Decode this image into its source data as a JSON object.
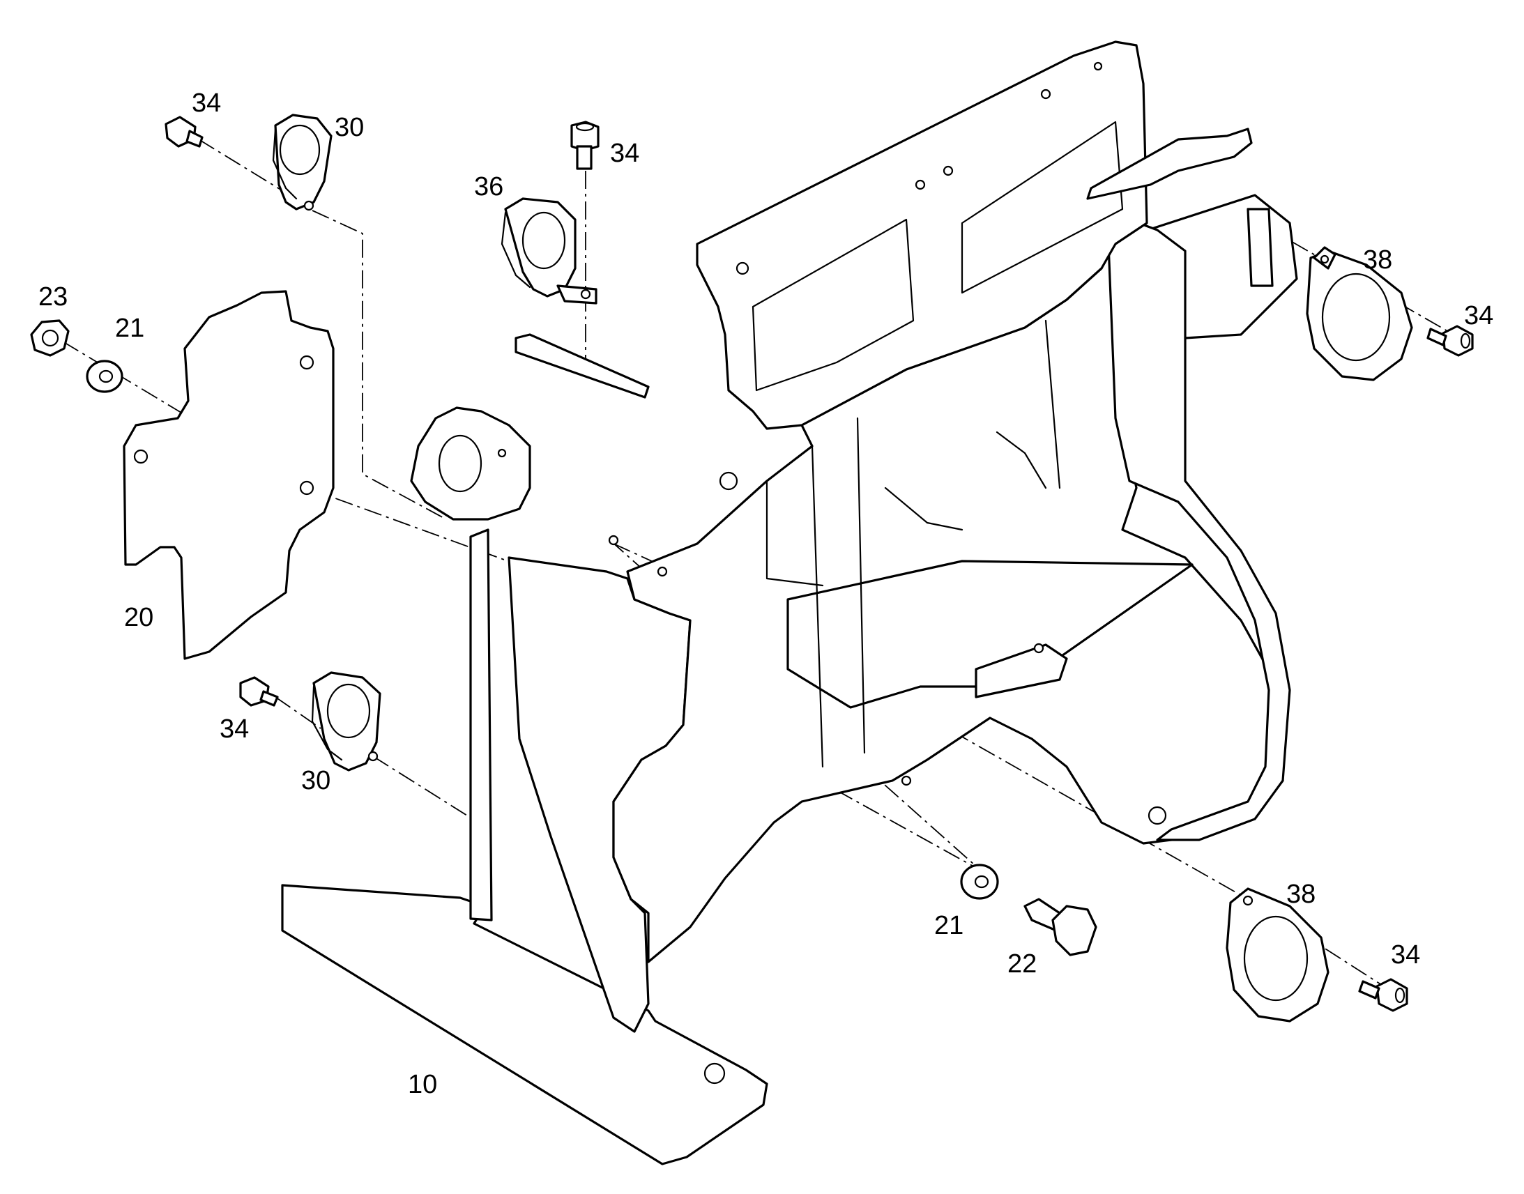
{
  "diagram": {
    "type": "exploded-parts-view",
    "callouts": {
      "c10": "10",
      "c20": "20",
      "c21a": "21",
      "c21b": "21",
      "c22": "22",
      "c23": "23",
      "c30a": "30",
      "c30b": "30",
      "c34a": "34",
      "c34b": "34",
      "c34c": "34",
      "c34d": "34",
      "c34e": "34",
      "c36": "36",
      "c38a": "38",
      "c38b": "38"
    }
  }
}
